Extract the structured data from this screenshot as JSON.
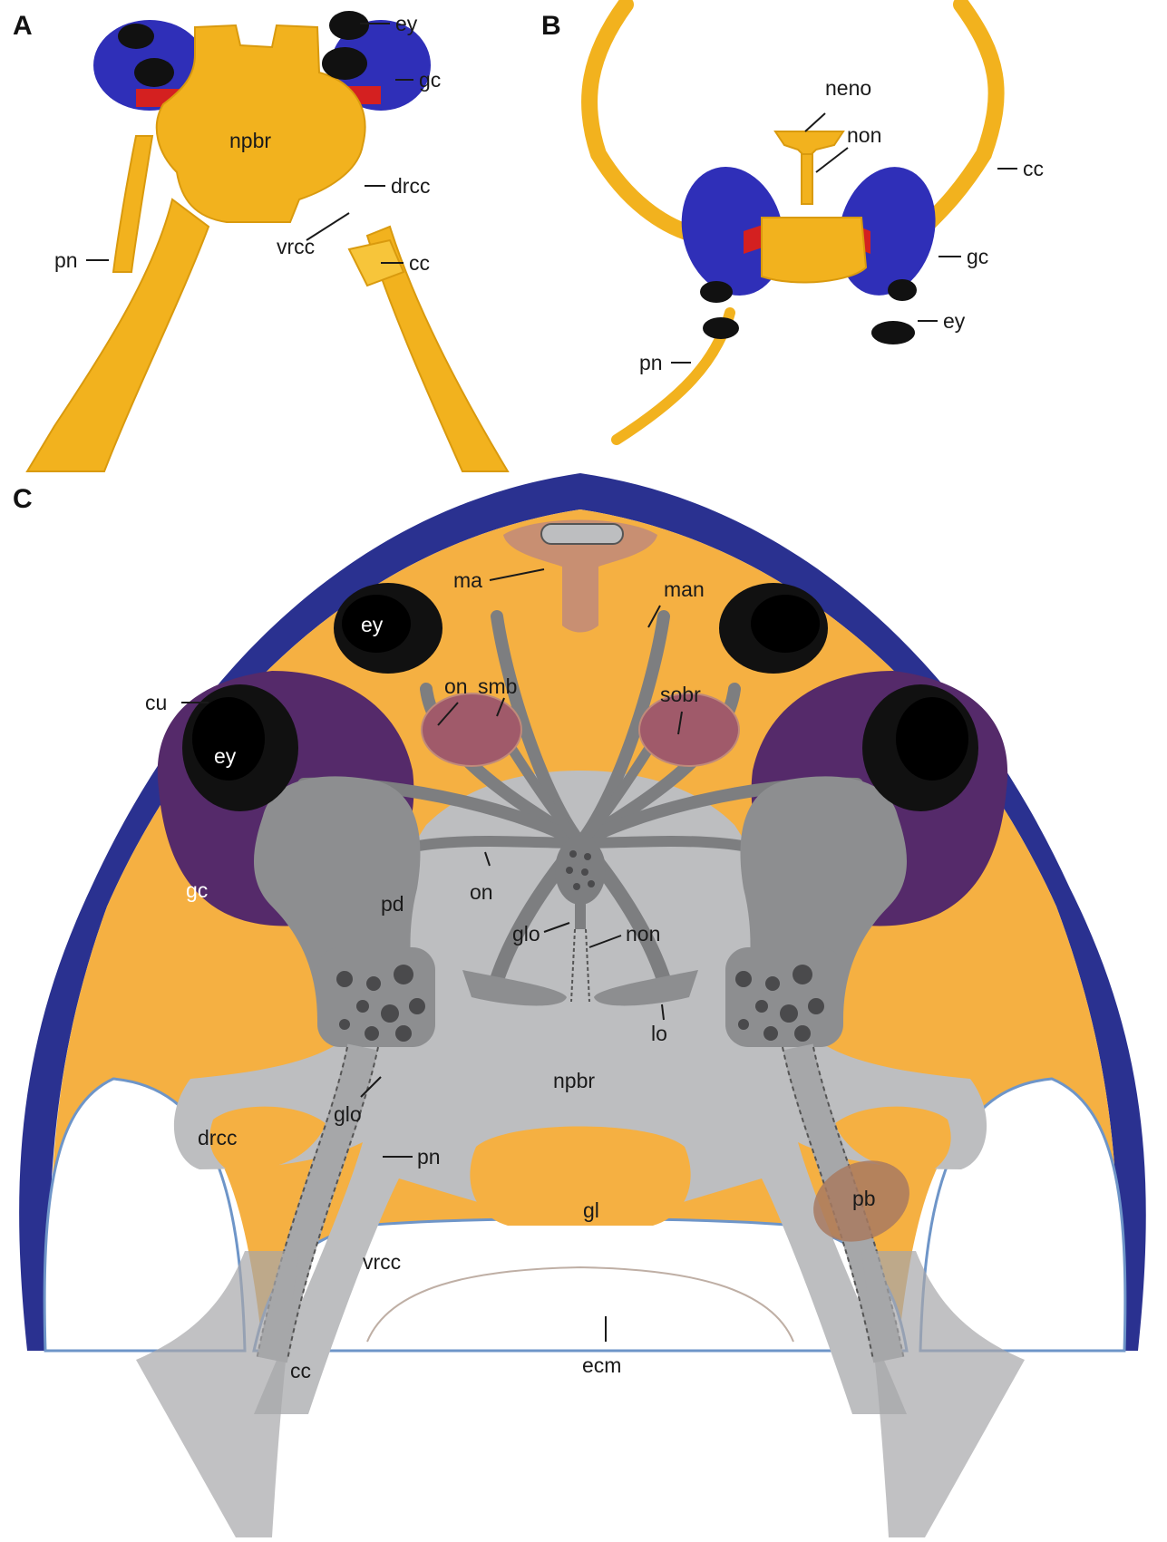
{
  "colors": {
    "nerve_orange": "#F5B042",
    "nerve_3d": "#F2B21E",
    "ganglion_blue": "#2F2FB8",
    "eye_black": "#111111",
    "cuticle_blue": "#2A3190",
    "neuropil_grey": "#BDBEC0",
    "nerve_grey": "#7D7E80",
    "purple_ganglion": "#552A6A",
    "red_tissue": "#D42020"
  },
  "panels": {
    "a": {
      "letter": "A",
      "labels": {
        "ey": "ey",
        "gc": "gc",
        "npbr": "npbr",
        "drcc": "drcc",
        "vrcc": "vrcc",
        "pn": "pn",
        "cc": "cc"
      }
    },
    "b": {
      "letter": "B",
      "labels": {
        "neno": "neno",
        "non": "non",
        "cc": "cc",
        "gc": "gc",
        "ey": "ey",
        "pn": "pn"
      }
    },
    "c": {
      "letter": "C",
      "labels": {
        "ma": "ma",
        "man": "man",
        "ey_left": "ey",
        "ey_right_label": "ey",
        "cu": "cu",
        "on_upper": "on",
        "smb": "smb",
        "sobr": "sobr",
        "gc": "gc",
        "pd": "pd",
        "on_lower": "on",
        "glo_center": "glo",
        "non": "non",
        "lo": "lo",
        "npbr": "npbr",
        "glo_left": "glo",
        "drcc": "drcc",
        "pn": "pn",
        "pb": "pb",
        "gl": "gl",
        "vrcc": "vrcc",
        "cc": "cc",
        "ecm": "ecm"
      }
    }
  }
}
